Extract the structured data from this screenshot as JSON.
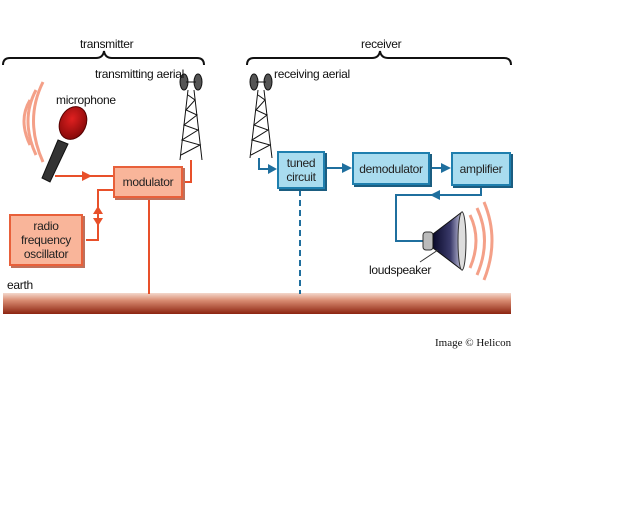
{
  "sections": {
    "transmitter": "transmitter",
    "receiver": "receiver"
  },
  "labels": {
    "transmitting_aerial": "transmitting aerial",
    "receiving_aerial": "receiving aerial",
    "microphone": "microphone",
    "earth": "earth",
    "loudspeaker": "loudspeaker"
  },
  "blocks": {
    "modulator": "modulator",
    "oscillator_line1": "radio",
    "oscillator_line2": "frequency",
    "oscillator_line3": "oscillator",
    "tuned_line1": "tuned",
    "tuned_line2": "circuit",
    "demodulator": "demodulator",
    "amplifier": "amplifier"
  },
  "colors": {
    "transmit_line": "#e8502a",
    "transmit_fill": "#f9b59a",
    "receive_line": "#1f6f9e",
    "receive_fill": "#a9dcef",
    "earth": "#a8402a"
  },
  "credit": "Image © Helicon"
}
